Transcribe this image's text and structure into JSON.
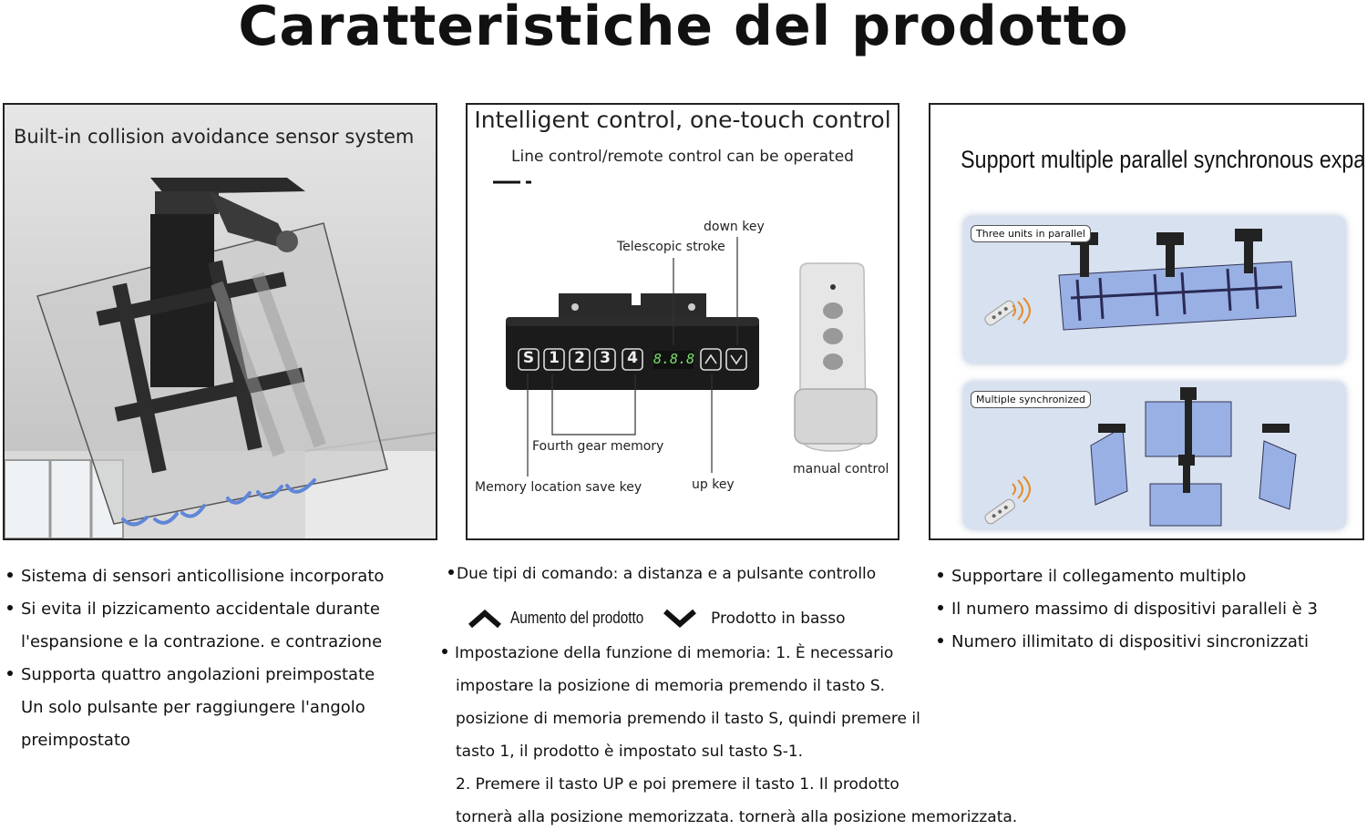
{
  "page": {
    "title": "Caratteristiche del prodotto"
  },
  "panels": {
    "sensor": {
      "heading": "Built-in collision avoidance sensor system"
    },
    "control": {
      "heading": "Intelligent control, one-touch control",
      "subheading": "Line control/remote control can be operated",
      "keypad_keys": [
        "S",
        "1",
        "2",
        "3",
        "4"
      ],
      "display_value": "8.8.8",
      "labels": {
        "down_key": "down key",
        "telescopic_stroke": "Telescopic stroke",
        "fourth_gear_memory": "Fourth gear memory",
        "memory_save_key": "Memory location save key",
        "up_key": "up key",
        "manual_control": "manual control"
      }
    },
    "parallel": {
      "heading": "Support multiple parallel synchronous expansion",
      "tag_parallel": "Three units in parallel",
      "tag_sync": "Multiple synchronized"
    }
  },
  "columns": {
    "left": [
      "Sistema di sensori anticollisione incorporato",
      "Si evita il pizzicamento accidentale durante",
      "l'espansione e la contrazione. e contrazione",
      "Supporta quattro angolazioni preimpostate",
      "Un solo pulsante per raggiungere l'angolo",
      "preimpostato"
    ],
    "middle": {
      "intro": "Due tipi di comando: a distanza e a pulsante controllo",
      "up_label": "Aumento del prodotto",
      "down_label": "Prodotto in basso",
      "lines": [
        "Impostazione della funzione di memoria: 1. È necessario",
        "impostare la posizione di memoria premendo il tasto S.",
        "posizione di memoria premendo il tasto S, quindi premere il",
        "tasto 1, il prodotto è impostato sul tasto S-1.",
        "2. Premere il tasto UP e poi premere il tasto 1. Il prodotto",
        "tornerà alla posizione memorizzata. tornerà alla posizione memorizzata."
      ]
    },
    "right": [
      "Supportare il collegamento multiplo",
      "Il numero massimo di dispositivi paralleli è 3",
      "Numero illimitato di dispositivi sincronizzati"
    ]
  },
  "colors": {
    "accent_blue": "#6f8fd6",
    "panel_border": "#222222",
    "display_green": "#7be06b"
  }
}
